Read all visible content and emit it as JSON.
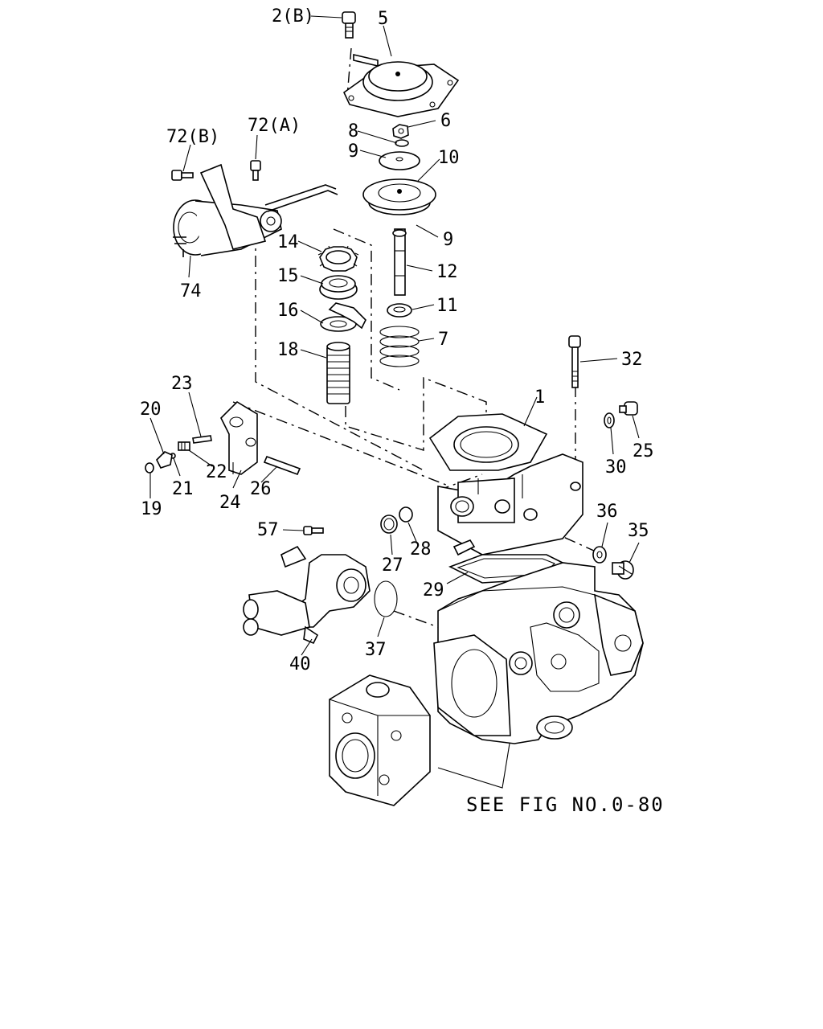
{
  "labels": {
    "p2b": "2(B)",
    "p5": "5",
    "p6": "6",
    "p8": "8",
    "p9a": "9",
    "p10": "10",
    "p9b": "9",
    "p72b": "72(B)",
    "p72a": "72(A)",
    "p74": "74",
    "p14": "14",
    "p15": "15",
    "p16": "16",
    "p18": "18",
    "p12": "12",
    "p11": "11",
    "p7": "7",
    "p32": "32",
    "p1": "1",
    "p25": "25",
    "p30": "30",
    "p23": "23",
    "p20": "20",
    "p22": "22",
    "p21": "21",
    "p19": "19",
    "p24": "24",
    "p26": "26",
    "p36": "36",
    "p35": "35",
    "p57": "57",
    "p27": "27",
    "p28": "28",
    "p29": "29",
    "p37": "37",
    "p40": "40"
  },
  "reference": "SEE FIG NO.0-80"
}
